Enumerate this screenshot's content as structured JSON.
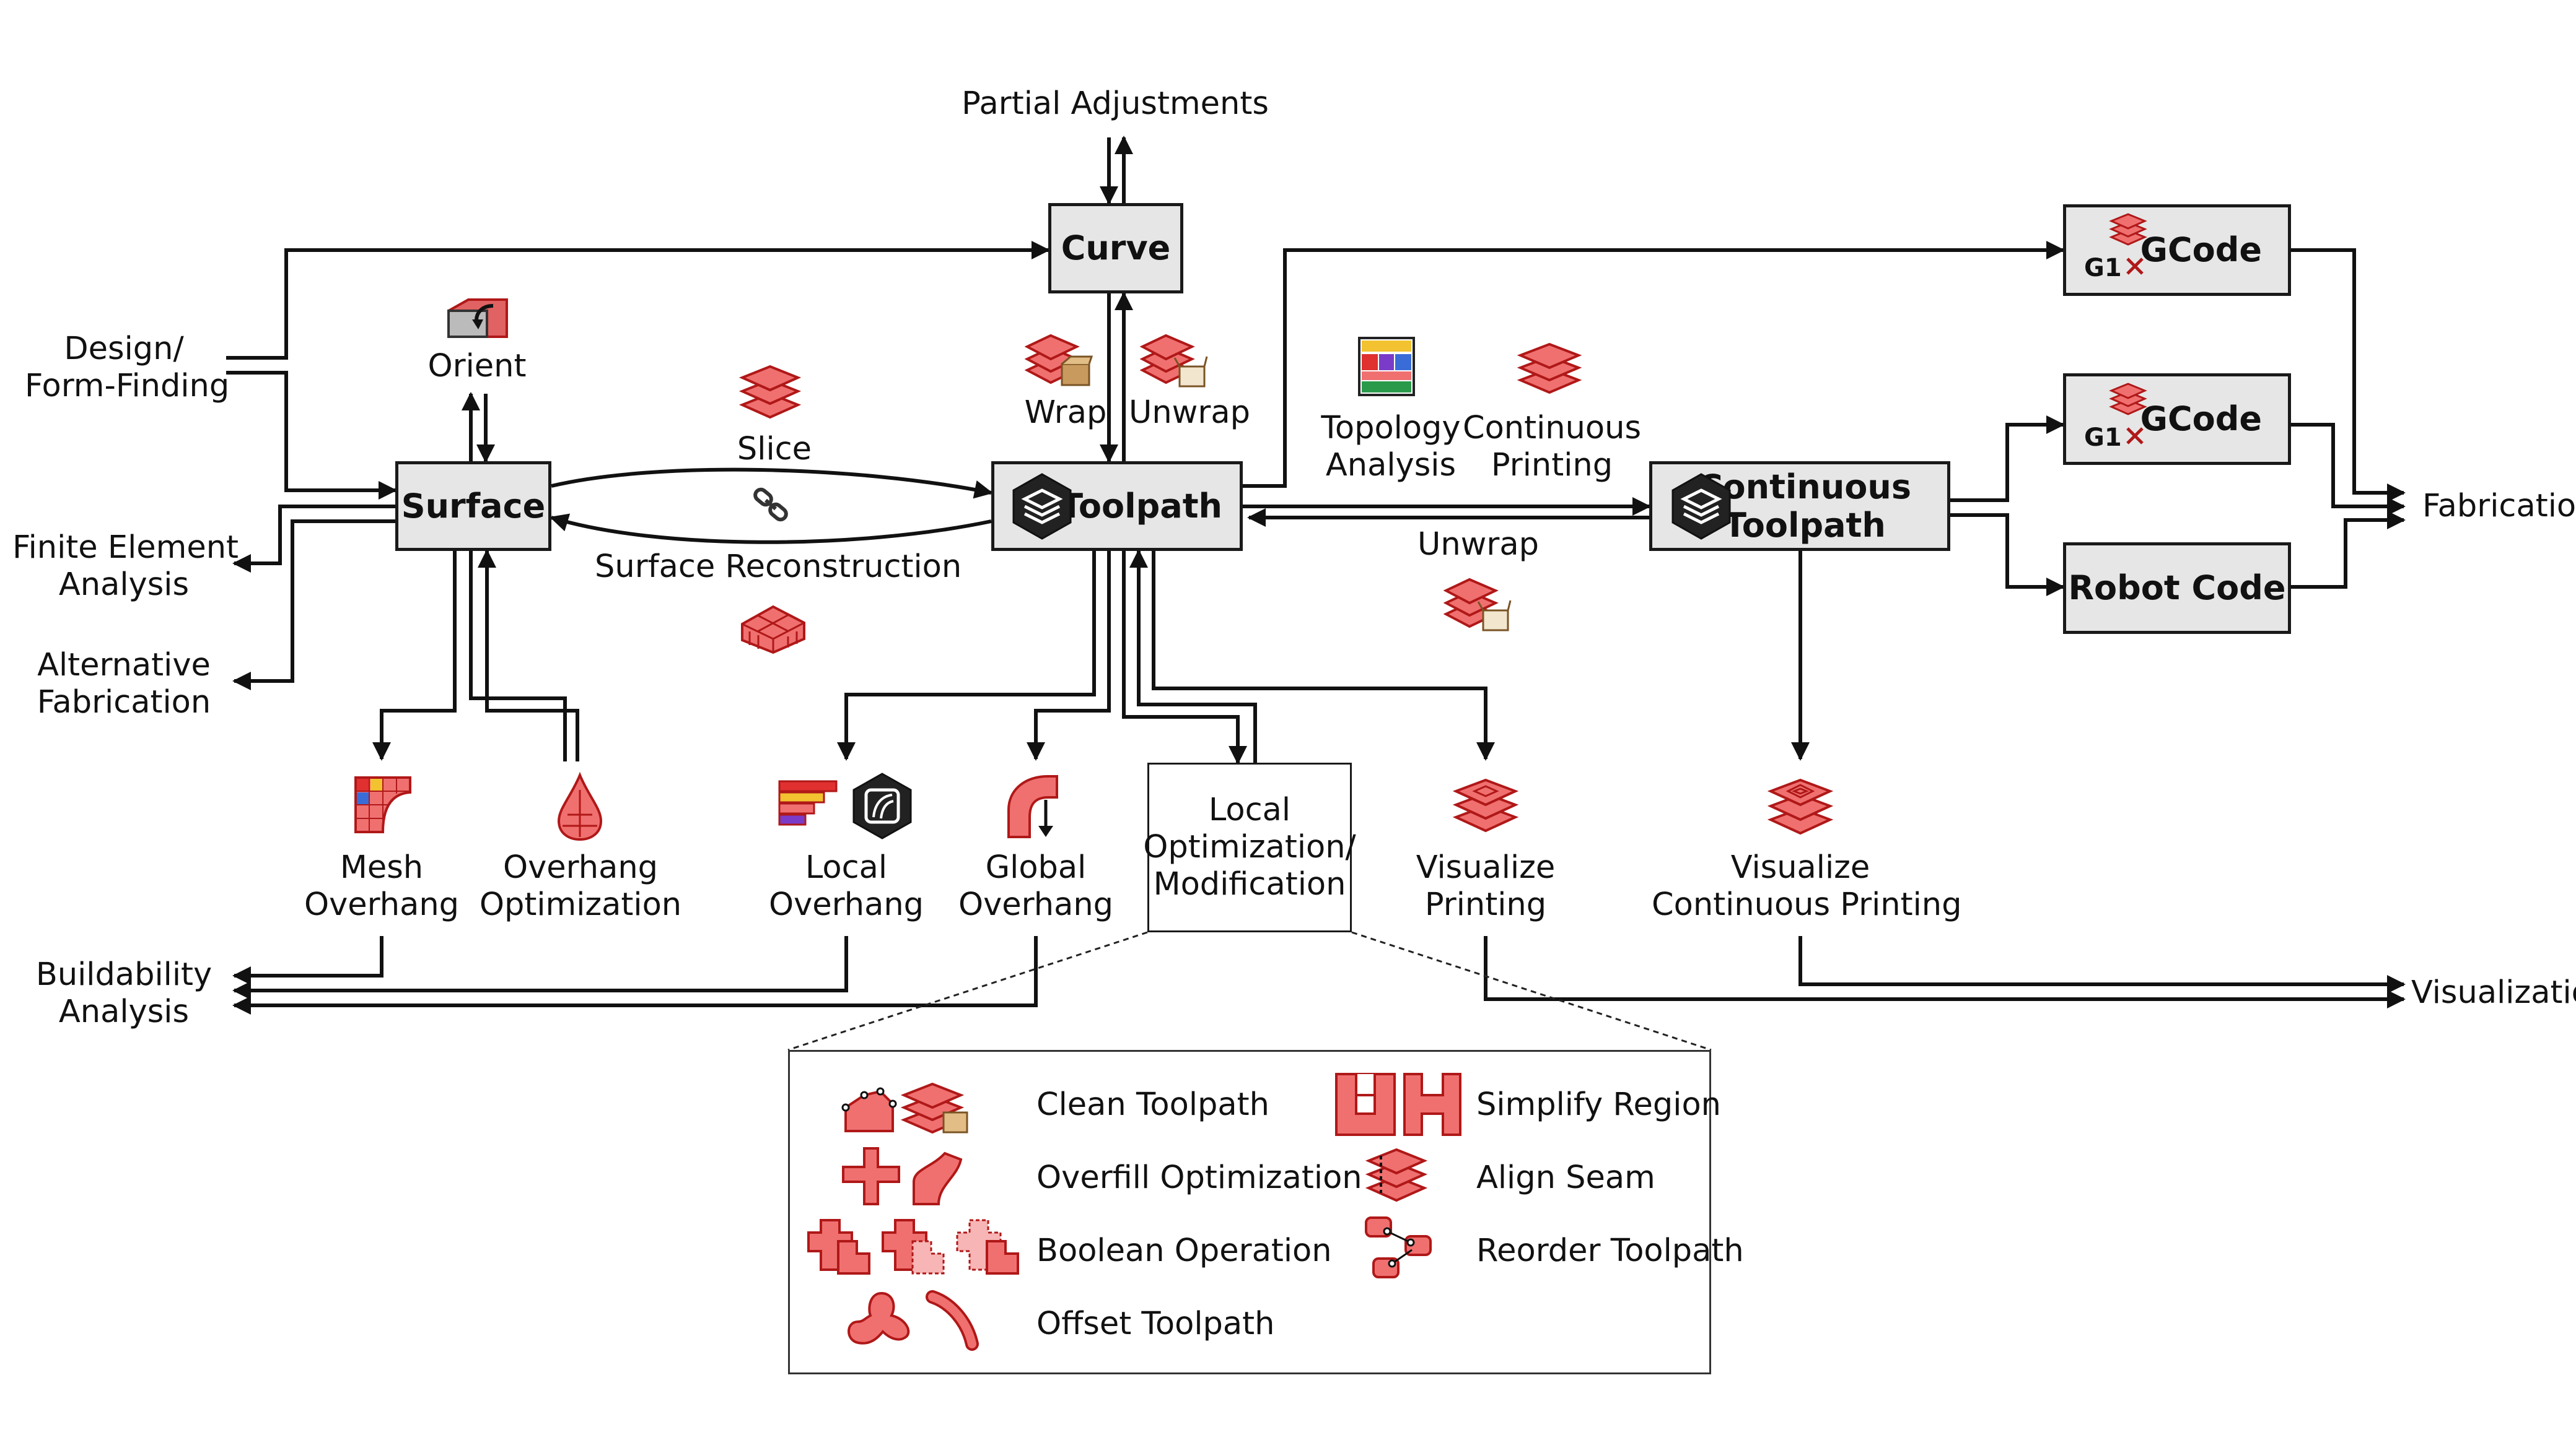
{
  "inputs": {
    "design": "Design/\nForm-Finding",
    "partial_adjustments": "Partial Adjustments"
  },
  "outputs": {
    "fea": "Finite Element\nAnalysis",
    "alt_fab": "Alternative\nFabrication",
    "buildability": "Buildability\nAnalysis",
    "fabrication": "Fabrication",
    "visualization": "Visualization"
  },
  "nodes": {
    "surface": "Surface",
    "curve": "Curve",
    "toolpath": "Toolpath",
    "continuous_toolpath": "Continuous\nToolpath",
    "gcode_1": "GCode",
    "gcode_2": "GCode",
    "robot_code": "Robot Code",
    "g1_label": "G1"
  },
  "operations": {
    "orient": "Orient",
    "slice": "Slice",
    "surface_reconstruction": "Surface Reconstruction",
    "wrap": "Wrap",
    "unwrap_top": "Unwrap",
    "topology_analysis": "Topology\nAnalysis",
    "continuous_printing": "Continuous\nPrinting",
    "unwrap_right": "Unwrap",
    "mesh_overhang": "Mesh\nOverhang",
    "overhang_optimization": "Overhang\nOptimization",
    "local_overhang": "Local\nOverhang",
    "global_overhang": "Global\nOverhang",
    "local_opt": "Local\nOptimization/\nModification",
    "visualize_printing": "Visualize\nPrinting",
    "visualize_continuous": "Visualize\nContinuous Printing"
  },
  "legend": {
    "items": [
      {
        "label": "Clean Toolpath",
        "icon": "clean-toolpath-icon"
      },
      {
        "label": "Overfill Optimization",
        "icon": "overfill-optimization-icon"
      },
      {
        "label": "Boolean Operation",
        "icon": "boolean-operation-icon"
      },
      {
        "label": "Offset Toolpath",
        "icon": "offset-toolpath-icon"
      },
      {
        "label": "Simplify Region",
        "icon": "simplify-region-icon"
      },
      {
        "label": "Align Seam",
        "icon": "align-seam-icon"
      },
      {
        "label": "Reorder Toolpath",
        "icon": "reorder-toolpath-icon"
      }
    ]
  },
  "colors": {
    "icon_fill": "#f07070",
    "icon_stroke": "#b01818",
    "box_fill": "#e6e6e6",
    "line": "#111111"
  }
}
